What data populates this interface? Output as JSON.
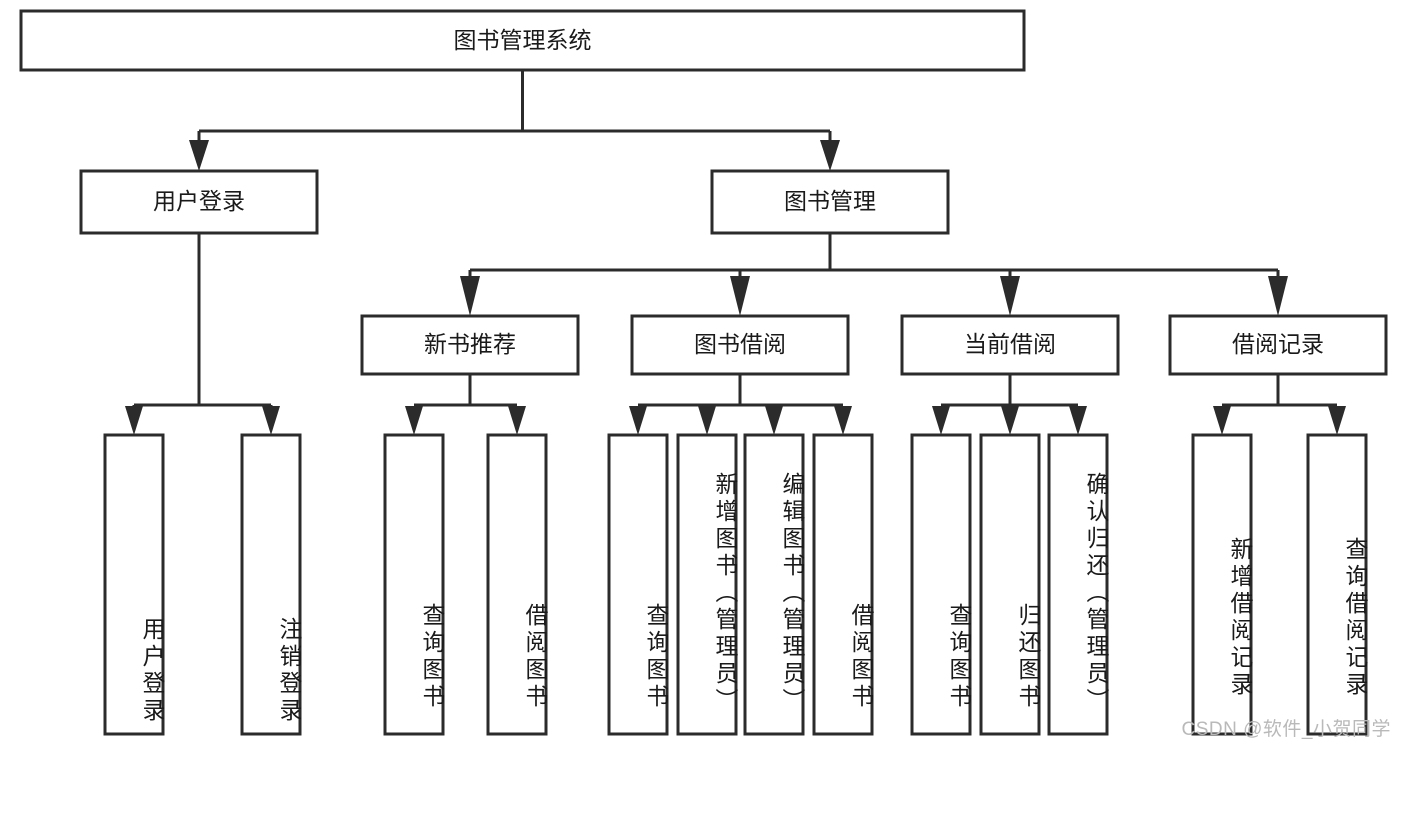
{
  "diagram": {
    "type": "tree-hierarchy",
    "title": "图书管理系统",
    "orientation": "top-down",
    "colors": {
      "box_fill": "#ffffff",
      "box_stroke": "#2b2b2b",
      "text": "#1a1a1a",
      "watermark": "#b9b9b9",
      "background": "#ffffff"
    },
    "root": {
      "label": "图书管理系统"
    },
    "level1": [
      {
        "label": "用户登录"
      },
      {
        "label": "图书管理"
      }
    ],
    "level2": [
      {
        "label": "新书推荐"
      },
      {
        "label": "图书借阅"
      },
      {
        "label": "当前借阅"
      },
      {
        "label": "借阅记录"
      }
    ],
    "leaves": {
      "user_login": [
        {
          "label": "用户登录"
        },
        {
          "label": "注销登录"
        }
      ],
      "new_book_recommend": [
        {
          "label": "查询图书"
        },
        {
          "label": "借阅图书"
        }
      ],
      "book_borrow": [
        {
          "label": "查询图书"
        },
        {
          "label": "新增图书（管理员）"
        },
        {
          "label": "编辑图书（管理员）"
        },
        {
          "label": "借阅图书"
        }
      ],
      "current_borrow": [
        {
          "label": "查询图书"
        },
        {
          "label": "归还图书"
        },
        {
          "label": "确认归还（管理员）"
        }
      ],
      "borrow_record": [
        {
          "label": "新增借阅记录"
        },
        {
          "label": "查询借阅记录"
        }
      ]
    },
    "watermark": "CSDN @软件_小贺同学"
  }
}
